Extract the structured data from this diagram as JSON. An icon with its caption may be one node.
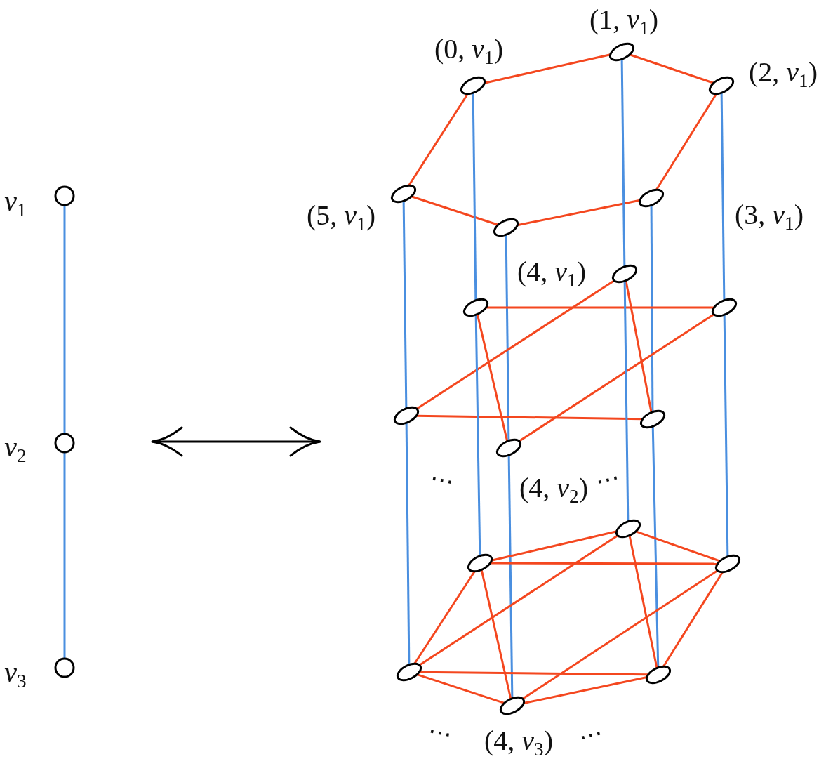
{
  "diagram": {
    "nodes": [
      {
        "text": [],
        "shape": "circle",
        "beside": [
          "*v*$_{1}$"
        ]
      },
      {
        "text": [],
        "shape": "circle",
        "beside": [
          "*v*$_{2}$"
        ]
      },
      {
        "text": [],
        "shape": "circle",
        "beside": [
          "*v*$_{3}$"
        ]
      },
      {
        "text": [],
        "shape": "ellipse",
        "beside": [
          "(0, *v*$_{1}$)"
        ]
      },
      {
        "text": [],
        "shape": "ellipse",
        "beside": [
          "(1, *v*$_{1}$)"
        ]
      },
      {
        "text": [],
        "shape": "ellipse",
        "beside": [
          "(2, *v*$_{1}$)"
        ]
      },
      {
        "text": [],
        "shape": "ellipse",
        "beside": [
          "(3, *v*$_{1}$)"
        ]
      },
      {
        "text": [],
        "shape": "ellipse",
        "beside": [
          "(4, *v*$_{1}$)"
        ]
      },
      {
        "text": [],
        "shape": "ellipse",
        "beside": [
          "(5, *v*$_{1}$)"
        ]
      },
      {
        "text": [],
        "shape": "ellipse"
      },
      {
        "text": [],
        "shape": "ellipse"
      },
      {
        "text": [],
        "shape": "ellipse"
      },
      {
        "text": [],
        "shape": "ellipse"
      },
      {
        "text": [],
        "shape": "ellipse",
        "beside": [
          "⋯",
          "(4, *v*$_{2}$)",
          "⋯"
        ]
      },
      {
        "text": [],
        "shape": "ellipse"
      },
      {
        "text": [],
        "shape": "ellipse"
      },
      {
        "text": [],
        "shape": "ellipse"
      },
      {
        "text": [],
        "shape": "ellipse"
      },
      {
        "text": [],
        "shape": "ellipse"
      },
      {
        "text": [],
        "shape": "ellipse",
        "beside": [
          "⋯",
          "(4, *v*$_{3}$)",
          "⋯"
        ]
      },
      {
        "text": [],
        "shape": "ellipse"
      }
    ],
    "edges": [
      {
        "from": 0,
        "to": 1,
        "arrow": "none",
        "color": "#4a8fe0"
      },
      {
        "from": 1,
        "to": 2,
        "arrow": "none",
        "color": "#4a8fe0"
      },
      {
        "from": 3,
        "to": 4,
        "arrow": "none"
      },
      {
        "from": 4,
        "to": 5,
        "arrow": "none"
      },
      {
        "from": 5,
        "to": 6,
        "arrow": "none"
      },
      {
        "from": 6,
        "to": 7,
        "arrow": "none"
      },
      {
        "from": 7,
        "to": 8,
        "arrow": "none"
      },
      {
        "from": 8,
        "to": 3,
        "arrow": "none"
      },
      {
        "from": 3,
        "to": 9,
        "arrow": "none",
        "color": "#4a8fe0"
      },
      {
        "from": 4,
        "to": 10,
        "arrow": "none",
        "color": "#4a8fe0"
      },
      {
        "from": 5,
        "to": 11,
        "arrow": "none",
        "color": "#4a8fe0"
      },
      {
        "from": 6,
        "to": 12,
        "arrow": "none",
        "color": "#4a8fe0"
      },
      {
        "from": 7,
        "to": 13,
        "arrow": "none",
        "color": "#4a8fe0"
      },
      {
        "from": 8,
        "to": 14,
        "arrow": "none",
        "color": "#4a8fe0"
      },
      {
        "from": 9,
        "to": 11,
        "arrow": "none"
      },
      {
        "from": 11,
        "to": 13,
        "arrow": "none"
      },
      {
        "from": 13,
        "to": 9,
        "arrow": "none"
      },
      {
        "from": 10,
        "to": 12,
        "arrow": "none"
      },
      {
        "from": 12,
        "to": 14,
        "arrow": "none"
      },
      {
        "from": 14,
        "to": 10,
        "arrow": "none"
      },
      {
        "from": 9,
        "to": 15,
        "arrow": "none",
        "color": "#4a8fe0"
      },
      {
        "from": 10,
        "to": 16,
        "arrow": "none",
        "color": "#4a8fe0"
      },
      {
        "from": 11,
        "to": 17,
        "arrow": "none",
        "color": "#4a8fe0"
      },
      {
        "from": 12,
        "to": 18,
        "arrow": "none",
        "color": "#4a8fe0"
      },
      {
        "from": 13,
        "to": 19,
        "arrow": "none",
        "color": "#4a8fe0"
      },
      {
        "from": 14,
        "to": 20,
        "arrow": "none",
        "color": "#4a8fe0"
      },
      {
        "from": 15,
        "to": 16,
        "arrow": "none"
      },
      {
        "from": 16,
        "to": 17,
        "arrow": "none"
      },
      {
        "from": 17,
        "to": 18,
        "arrow": "none"
      },
      {
        "from": 18,
        "to": 19,
        "arrow": "none"
      },
      {
        "from": 19,
        "to": 20,
        "arrow": "none"
      },
      {
        "from": 20,
        "to": 15,
        "arrow": "none"
      },
      {
        "from": 15,
        "to": 17,
        "arrow": "none"
      },
      {
        "from": 17,
        "to": 19,
        "arrow": "none"
      },
      {
        "from": 19,
        "to": 15,
        "arrow": "none"
      },
      {
        "from": 16,
        "to": 18,
        "arrow": "none"
      },
      {
        "from": 18,
        "to": 20,
        "arrow": "none"
      },
      {
        "from": 20,
        "to": 16,
        "arrow": "none"
      }
    ]
  }
}
